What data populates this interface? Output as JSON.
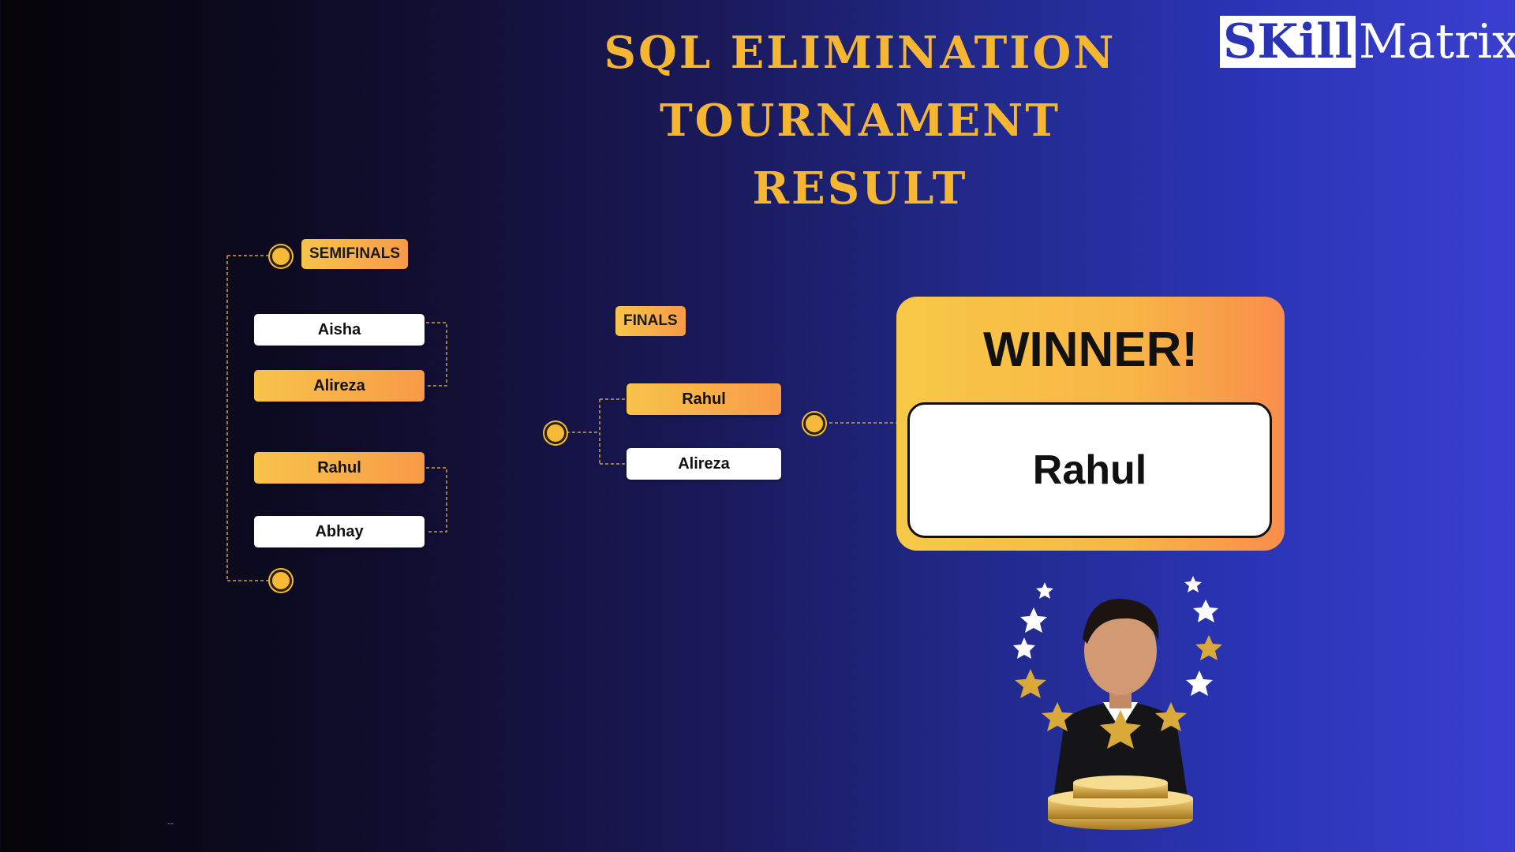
{
  "title": {
    "line1": "SQL ELIMINATION",
    "line2": "TOURNAMENT",
    "line3": "RESULT"
  },
  "logo": {
    "box_text": "SKill",
    "rest_text": "Matrix"
  },
  "semifinals": {
    "label": "SEMIFINALS",
    "match1": [
      {
        "name": "Aisha",
        "winner": false
      },
      {
        "name": "Alireza",
        "winner": true
      }
    ],
    "match2": [
      {
        "name": "Rahul",
        "winner": true
      },
      {
        "name": "Abhay",
        "winner": false
      }
    ]
  },
  "finals": {
    "label": "FINALS",
    "players": [
      {
        "name": "Rahul",
        "winner": true
      },
      {
        "name": "Alireza",
        "winner": false
      }
    ]
  },
  "winner": {
    "label": "WINNER!",
    "name": "Rahul"
  },
  "colors": {
    "accent": "#f5b731",
    "gradient_start": "#f7c44a",
    "gradient_end": "#f89a48"
  },
  "footer_mark": "--"
}
